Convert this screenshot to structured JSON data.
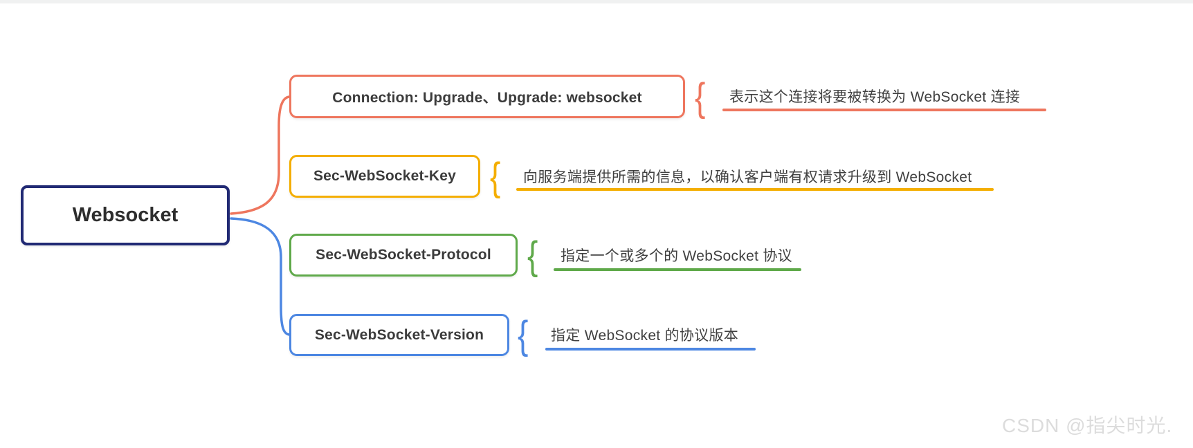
{
  "root": {
    "label": "Websocket",
    "border_color": "#212A74"
  },
  "brace_glyph": "{",
  "branches": [
    {
      "id": "connection-upgrade",
      "label": "Connection: Upgrade、Upgrade: websocket",
      "note": "表示这个连接将要被转换为 WebSocket 连接",
      "color": "#EE765E"
    },
    {
      "id": "sec-websocket-key",
      "label": "Sec-WebSocket-Key",
      "note": "向服务端提供所需的信息，以确认客户端有权请求升级到 WebSocket",
      "color": "#F4AE01"
    },
    {
      "id": "sec-websocket-protocol",
      "label": "Sec-WebSocket-Protocol",
      "note": "指定一个或多个的 WebSocket 协议",
      "color": "#5FA94A"
    },
    {
      "id": "sec-websocket-version",
      "label": "Sec-WebSocket-Version",
      "note": "指定 WebSocket 的协议版本",
      "color": "#4D87E2"
    }
  ],
  "watermark": {
    "text": "CSDN @指尖时光."
  }
}
